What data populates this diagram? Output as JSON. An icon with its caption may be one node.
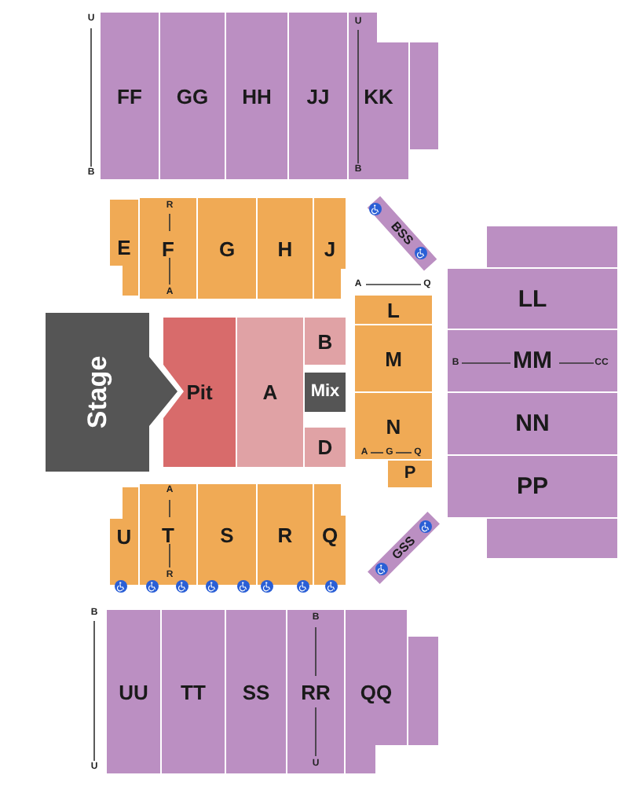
{
  "diagram": {
    "nodes": [
      {
        "text": [
          "FF"
        ]
      },
      {
        "text": [
          "GG"
        ]
      },
      {
        "text": [
          "HH"
        ]
      },
      {
        "text": [
          "JJ"
        ]
      },
      {
        "text": [
          "KK"
        ]
      },
      {
        "text": [],
        "shape": "box"
      },
      {
        "text": [
          "E"
        ]
      },
      {
        "text": [
          "F"
        ]
      },
      {
        "text": [
          "G"
        ]
      },
      {
        "text": [
          "H"
        ]
      },
      {
        "text": [
          "J"
        ]
      },
      {
        "text": [
          "BSS"
        ]
      },
      {
        "text": [],
        "shape": "box"
      },
      {
        "text": [
          "L"
        ]
      },
      {
        "text": [
          "LL"
        ]
      },
      {
        "text": [
          "Stage"
        ]
      },
      {
        "text": [
          "Pit"
        ]
      },
      {
        "text": [
          "A"
        ]
      },
      {
        "text": [
          "B"
        ]
      },
      {
        "text": [
          "M"
        ]
      },
      {
        "text": [
          "MM"
        ]
      },
      {
        "text": [
          "Mix"
        ]
      },
      {
        "text": [
          "N"
        ]
      },
      {
        "text": [
          "NN"
        ]
      },
      {
        "text": [
          "D"
        ]
      },
      {
        "text": [
          "P"
        ]
      },
      {
        "text": [
          "PP"
        ]
      },
      {
        "text": [
          "U"
        ]
      },
      {
        "text": [
          "T"
        ]
      },
      {
        "text": [
          "S"
        ]
      },
      {
        "text": [
          "R"
        ]
      },
      {
        "text": [
          "Q"
        ]
      },
      {
        "text": [
          "GSS"
        ]
      },
      {
        "text": [],
        "shape": "box"
      },
      {
        "text": [
          "UU"
        ]
      },
      {
        "text": [
          "TT"
        ]
      },
      {
        "text": [
          "SS"
        ]
      },
      {
        "text": [
          "RR"
        ]
      },
      {
        "text": [
          "QQ"
        ]
      },
      {
        "text": [],
        "shape": "box"
      }
    ],
    "labels": [
      "U",
      "U",
      "B",
      "B",
      "R",
      "A",
      "A",
      "Q",
      "B",
      "CC",
      "A",
      "G",
      "Q",
      "A",
      "R",
      "B",
      "B",
      "U",
      "U"
    ]
  }
}
